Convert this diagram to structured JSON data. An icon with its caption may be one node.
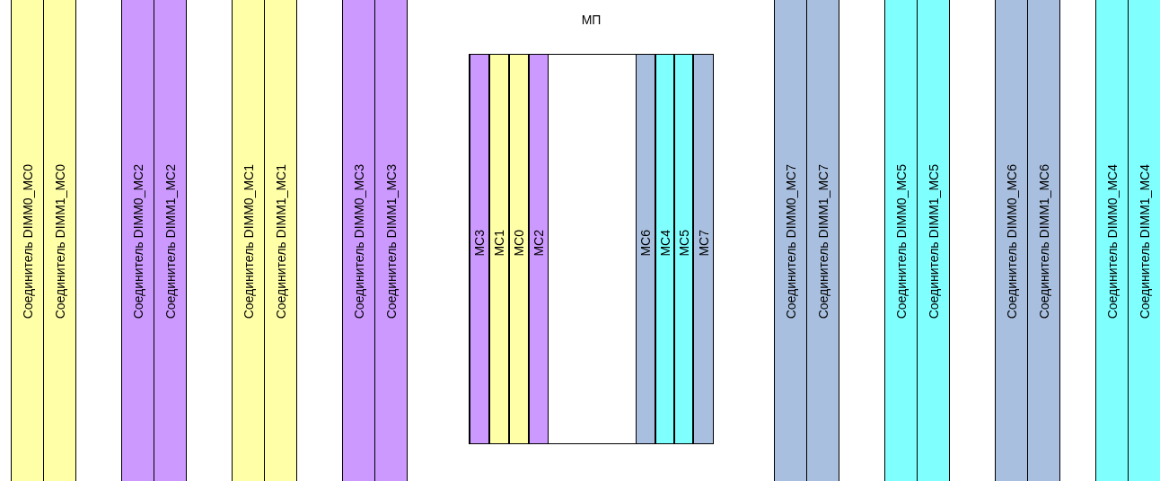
{
  "diagram": {
    "nodes": [
      {
        "text": [
          "Соединитель DIMM0_MC0"
        ]
      },
      {
        "text": [
          "Соединитель DIMM1_MC0"
        ]
      },
      {
        "text": [
          "Соединитель DIMM0_MC2"
        ]
      },
      {
        "text": [
          "Соединитель DIMM1_MC2"
        ]
      },
      {
        "text": [
          "Соединитель DIMM0_MC1"
        ]
      },
      {
        "text": [
          "Соединитель DIMM1_MC1"
        ]
      },
      {
        "text": [
          "Соединитель DIMM0_MC3"
        ]
      },
      {
        "text": [
          "Соединитель DIMM1_MC3"
        ]
      },
      {
        "text": [
          "МП"
        ]
      },
      {
        "text": [
          "MC3"
        ],
        "in": 8
      },
      {
        "text": [
          "MC1"
        ],
        "in": 8
      },
      {
        "text": [
          "MC0"
        ],
        "in": 8
      },
      {
        "text": [
          "MC2"
        ],
        "in": 8
      },
      {
        "text": [
          "MC6"
        ],
        "in": 8
      },
      {
        "text": [
          "MC4"
        ],
        "in": 8
      },
      {
        "text": [
          "MC5"
        ],
        "in": 8
      },
      {
        "text": [
          "MC7"
        ],
        "in": 8
      },
      {
        "text": [
          "Соединитель DIMM0_MC7"
        ]
      },
      {
        "text": [
          "Соединитель DIMM1_MC7"
        ]
      },
      {
        "text": [
          "Соединитель DIMM0_MC5"
        ]
      },
      {
        "text": [
          "Соединитель DIMM1_MC5"
        ]
      },
      {
        "text": [
          "Соединитель DIMM0_MC6"
        ]
      },
      {
        "text": [
          "Соединитель DIMM1_MC6"
        ]
      },
      {
        "text": [
          "Соединитель DIMM0_MC4"
        ]
      },
      {
        "text": [
          "Соединитель DIMM1_MC4"
        ]
      }
    ]
  }
}
